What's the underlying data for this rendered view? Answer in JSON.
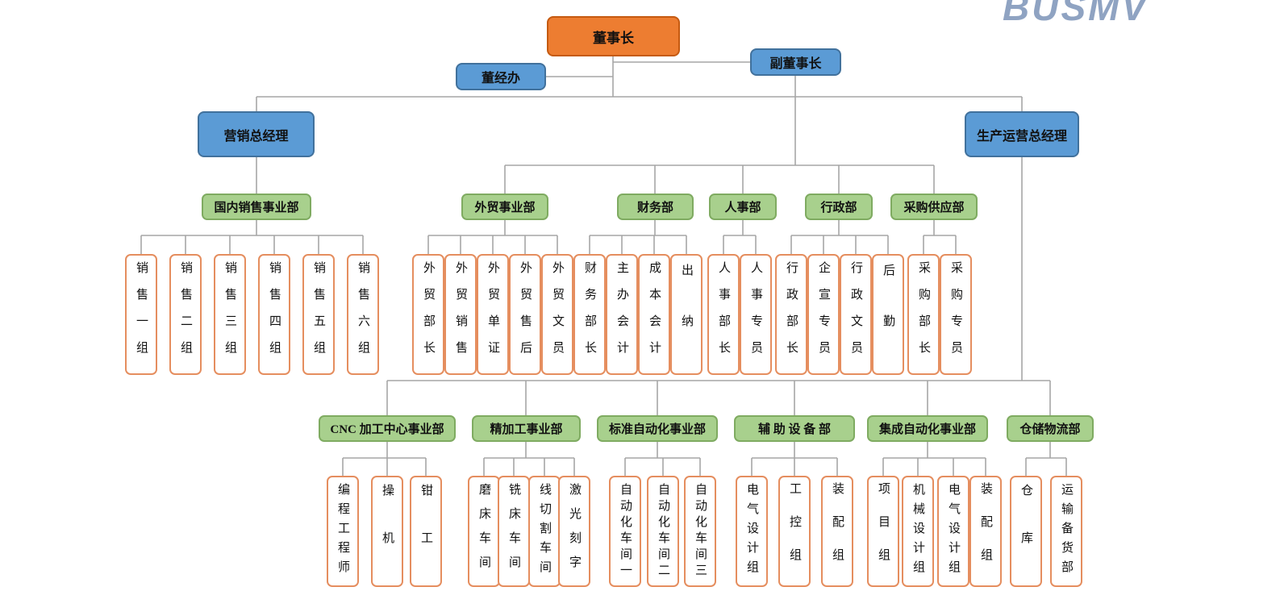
{
  "watermark": "BUSMV",
  "top": {
    "chairman": "董事长",
    "board_office": "董经办",
    "vice_chairman": "副董事长"
  },
  "executives": {
    "marketing_gm": "营销总经理",
    "production_gm": "生产运营总经理"
  },
  "level1_departments": [
    {
      "label": "国内销售事业部",
      "children": [
        "销售一组",
        "销售二组",
        "销售三组",
        "销售四组",
        "销售五组",
        "销售六组"
      ]
    },
    {
      "label": "外贸事业部",
      "children": [
        "外贸部长",
        "外贸销售",
        "外贸单证",
        "外贸售后",
        "外贸文员"
      ]
    },
    {
      "label": "财务部",
      "children": [
        "财务部长",
        "主办会计",
        "成本会计",
        "出纳"
      ]
    },
    {
      "label": "人事部",
      "children": [
        "人事部长",
        "人事专员"
      ]
    },
    {
      "label": "行政部",
      "children": [
        "行政部长",
        "企宣专员",
        "行政文员",
        "后勤"
      ]
    },
    {
      "label": "采购供应部",
      "children": [
        "采购部长",
        "采购专员"
      ]
    }
  ],
  "level2_departments": [
    {
      "label": "CNC 加工中心事业部",
      "children": [
        "编程工程师",
        "操机",
        "钳工"
      ]
    },
    {
      "label": "精加工事业部",
      "children": [
        "磨床车间",
        "铣床车间",
        "线切割车间",
        "激光刻字"
      ]
    },
    {
      "label": "标准自动化事业部",
      "children": [
        "自动化车间一",
        "自动化车间二",
        "自动化车间三"
      ]
    },
    {
      "label": "辅 助 设 备 部",
      "children": [
        "电气设计组",
        "工控组",
        "装配组"
      ]
    },
    {
      "label": "集成自动化事业部",
      "children": [
        "项目组",
        "机械设计组",
        "电气设计组",
        "装配组"
      ]
    },
    {
      "label": "仓储物流部",
      "children": [
        "仓库",
        "运输备货部"
      ]
    }
  ],
  "colors": {
    "chairman_fill": "#ed7d31",
    "executive_fill": "#5b9bd5",
    "department_fill": "#a8d08d",
    "leaf_border": "#e58e5f",
    "connector": "#a6a6a6"
  }
}
